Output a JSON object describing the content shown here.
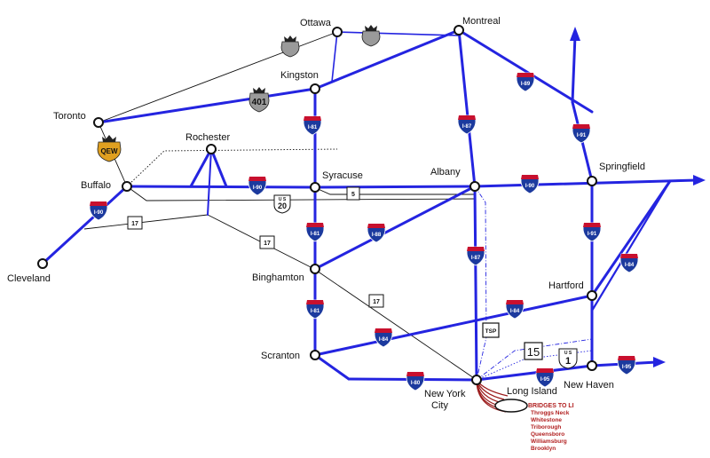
{
  "colors": {
    "interstate_line": "#2424e0",
    "interstate_shield_blue": "#1c3a9e",
    "interstate_shield_red": "#c8102e",
    "route_line": "#111111",
    "bridge_red": "#9b1b1b",
    "qew_gold": "#e0a020"
  },
  "cities": {
    "ottawa": "Ottawa",
    "montreal": "Montreal",
    "kingston": "Kingston",
    "toronto": "Toronto",
    "rochester": "Rochester",
    "buffalo": "Buffalo",
    "syracuse": "Syracuse",
    "albany": "Albany",
    "springfield": "Springfield",
    "cleveland": "Cleveland",
    "binghamton": "Binghamton",
    "hartford": "Hartford",
    "scranton": "Scranton",
    "new_york_city_1": "New York",
    "new_york_city_2": "City",
    "long_island": "Long Island",
    "new_haven": "New Haven"
  },
  "shields": {
    "i81_a": "I-81",
    "i81_b": "I-81",
    "i81_c": "I-81",
    "i87_a": "I-87",
    "i87_b": "I-87",
    "i89": "I-89",
    "i91_a": "I-91",
    "i91_b": "I-91",
    "i90_a": "I-90",
    "i90_b": "I-90",
    "i90_c": "I-90",
    "i88": "I-88",
    "i84_a": "I-84",
    "i84_b": "I-84",
    "i84_c": "I-84",
    "i80": "I-80",
    "i95_a": "I-95",
    "i95_b": "I-95",
    "ont401": "401",
    "qew": "QEW",
    "us20_top": "U S",
    "us20_num": "20",
    "us1_top": "U S",
    "us1_num": "1",
    "ny5": "5",
    "ny17_a": "17",
    "ny17_b": "17",
    "ny17_c": "17",
    "ct15": "15",
    "tsp": "TSP"
  },
  "bridges": {
    "title": "BRIDGES TO LI",
    "items": [
      "Throggs Neck",
      "Whitestone",
      "Triborough",
      "Queensboro",
      "Williamsburg",
      "Brooklyn"
    ]
  }
}
